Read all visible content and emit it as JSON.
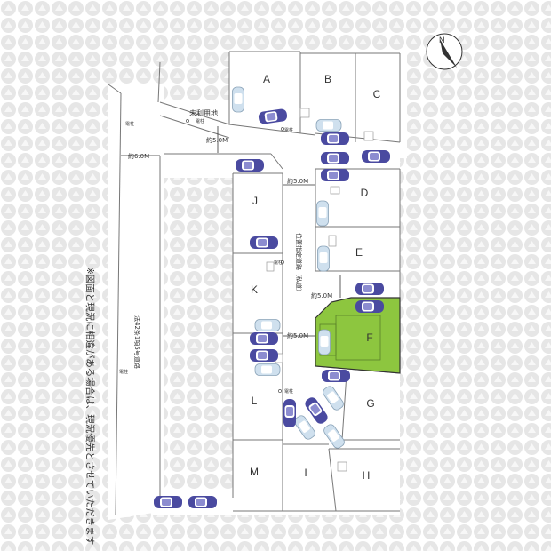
{
  "lots": {
    "a": {
      "label": "A"
    },
    "b": {
      "label": "B"
    },
    "c": {
      "label": "C"
    },
    "d": {
      "label": "D"
    },
    "e": {
      "label": "E"
    },
    "f": {
      "label": "F"
    },
    "g": {
      "label": "G"
    },
    "h": {
      "label": "H"
    },
    "i": {
      "label": "I"
    },
    "j": {
      "label": "J"
    },
    "k": {
      "label": "K"
    },
    "l": {
      "label": "L"
    },
    "m": {
      "label": "M"
    }
  },
  "highlight_color": "#8dc63f",
  "roads": {
    "unused_land": "未利用地",
    "width_5m": "約5.0M",
    "width_6m": "約6.0M",
    "road_legal_label_1": "位置指定道路（私道）",
    "road_legal_label_2": "法42条1項5号道路"
  },
  "poles": {
    "label": "電柱"
  },
  "note": "※図面と現況に相違がある場合は、現況優先とさせていただきます",
  "compass": {
    "north_label": "N"
  },
  "icons": {
    "car": "car-icon"
  }
}
